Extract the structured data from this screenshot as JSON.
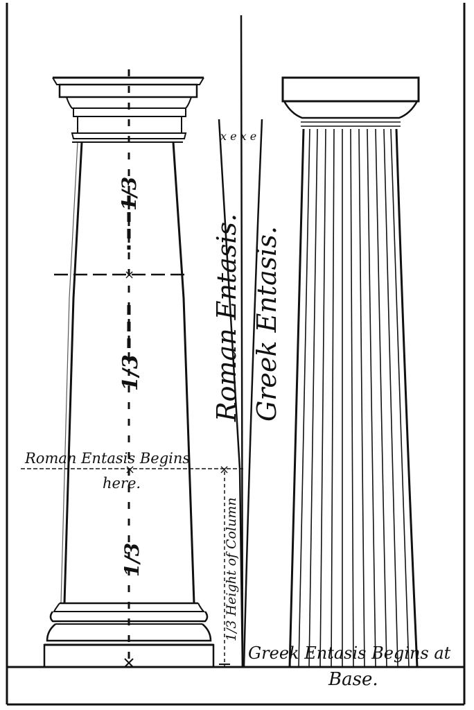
{
  "labels": {
    "roman_entasis": "Roman Entasis.",
    "greek_entasis": "Greek Entasis.",
    "roman_begins_line1": "Roman Entasis Begins",
    "roman_begins_line2": "here.",
    "height_third": "1/3 Height of Column",
    "greek_begins_line1": "Greek Entasis Begins at",
    "greek_begins_line2": "Base.",
    "third_top": "1/3",
    "third_mid": "1/3",
    "third_bottom": "1/3",
    "axis_marks": "x e x e"
  },
  "colors": {
    "ink": "#111111",
    "paper": "#ffffff"
  }
}
